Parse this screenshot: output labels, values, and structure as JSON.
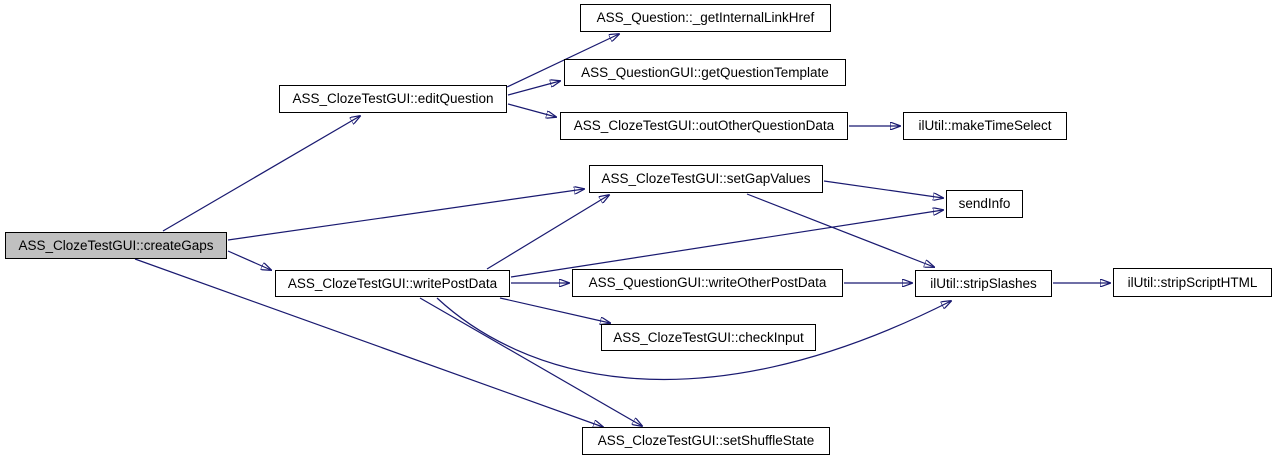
{
  "diagram": {
    "type": "call-graph",
    "root": "ASS_ClozeTestGUI::createGaps",
    "colors": {
      "edge": "#191970",
      "node_fill": "#ffffff",
      "node_border": "#000000",
      "root_node_fill": "#c0c0c0",
      "text": "#000000",
      "background": "#ffffff"
    },
    "nodes": [
      {
        "id": "createGaps",
        "label": "ASS_ClozeTestGUI::createGaps",
        "highlighted": true
      },
      {
        "id": "editQuestion",
        "label": "ASS_ClozeTestGUI::editQuestion",
        "highlighted": false
      },
      {
        "id": "_getInternalLinkHref",
        "label": "ASS_Question::_getInternalLinkHref",
        "highlighted": false
      },
      {
        "id": "getQuestionTemplate",
        "label": "ASS_QuestionGUI::getQuestionTemplate",
        "highlighted": false
      },
      {
        "id": "outOtherQuestionData",
        "label": "ASS_ClozeTestGUI::outOtherQuestionData",
        "highlighted": false
      },
      {
        "id": "makeTimeSelect",
        "label": "ilUtil::makeTimeSelect",
        "highlighted": false
      },
      {
        "id": "setGapValues",
        "label": "ASS_ClozeTestGUI::setGapValues",
        "highlighted": false
      },
      {
        "id": "sendInfo",
        "label": "sendInfo",
        "highlighted": false
      },
      {
        "id": "writePostData",
        "label": "ASS_ClozeTestGUI::writePostData",
        "highlighted": false
      },
      {
        "id": "writeOtherPostData",
        "label": "ASS_QuestionGUI::writeOtherPostData",
        "highlighted": false
      },
      {
        "id": "stripSlashes",
        "label": "ilUtil::stripSlashes",
        "highlighted": false
      },
      {
        "id": "stripScriptHTML",
        "label": "ilUtil::stripScriptHTML",
        "highlighted": false
      },
      {
        "id": "checkInput",
        "label": "ASS_ClozeTestGUI::checkInput",
        "highlighted": false
      },
      {
        "id": "setShuffleState",
        "label": "ASS_ClozeTestGUI::setShuffleState",
        "highlighted": false
      }
    ],
    "edges": [
      {
        "from": "createGaps",
        "to": "editQuestion"
      },
      {
        "from": "createGaps",
        "to": "setGapValues"
      },
      {
        "from": "createGaps",
        "to": "writePostData"
      },
      {
        "from": "createGaps",
        "to": "setShuffleState"
      },
      {
        "from": "editQuestion",
        "to": "_getInternalLinkHref"
      },
      {
        "from": "editQuestion",
        "to": "getQuestionTemplate"
      },
      {
        "from": "editQuestion",
        "to": "outOtherQuestionData"
      },
      {
        "from": "outOtherQuestionData",
        "to": "makeTimeSelect"
      },
      {
        "from": "setGapValues",
        "to": "sendInfo"
      },
      {
        "from": "setGapValues",
        "to": "stripSlashes"
      },
      {
        "from": "writePostData",
        "to": "writeOtherPostData"
      },
      {
        "from": "writePostData",
        "to": "setGapValues"
      },
      {
        "from": "writePostData",
        "to": "sendInfo"
      },
      {
        "from": "writePostData",
        "to": "checkInput"
      },
      {
        "from": "writePostData",
        "to": "setShuffleState"
      },
      {
        "from": "writePostData",
        "to": "stripSlashes"
      },
      {
        "from": "writeOtherPostData",
        "to": "stripSlashes"
      },
      {
        "from": "stripSlashes",
        "to": "stripScriptHTML"
      }
    ]
  }
}
